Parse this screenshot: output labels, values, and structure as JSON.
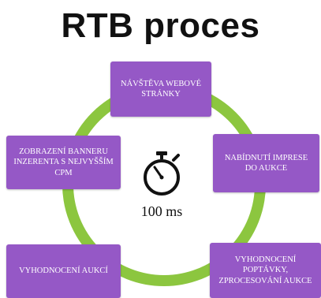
{
  "title": "RTB proces",
  "colors": {
    "box_fill": "#9558c6",
    "ring": "#8cc63f",
    "text_on_box": "#ffffff"
  },
  "cycle": {
    "steps": [
      {
        "label": "NÁVŠTĚVA WEBOVÉ STRÁNKY"
      },
      {
        "label": "NABÍDNUTÍ IMPRESE DO AUKCE"
      },
      {
        "label": "VYHODNOCENÍ POPTÁVKY, ZPROCESOVÁNÍ AUKCE"
      },
      {
        "label": "VYHODNOCENÍ AUKCÍ"
      },
      {
        "label": "ZOBRAZENÍ BANNERU INZERENTA S NEJVYŠŠÍM CPM"
      }
    ],
    "center_icon": "stopwatch-icon",
    "center_label": "100 ms"
  }
}
